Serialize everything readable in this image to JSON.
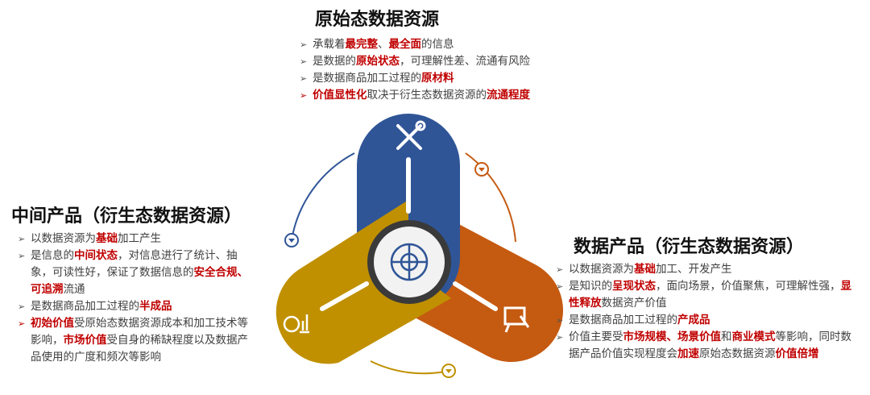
{
  "sections": {
    "top": {
      "title": "原始态数据资源",
      "items": [
        {
          "red": false,
          "segs": [
            {
              "t": "承载着"
            },
            {
              "t": "最完整",
              "hl": true
            },
            {
              "t": "、"
            },
            {
              "t": "最全面",
              "hl": true
            },
            {
              "t": "的信息"
            }
          ]
        },
        {
          "red": false,
          "segs": [
            {
              "t": "是数据的"
            },
            {
              "t": "原始状态",
              "hl": true
            },
            {
              "t": "，可理解性差、流通有风险"
            }
          ]
        },
        {
          "red": false,
          "segs": [
            {
              "t": "是数据商品加工过程的"
            },
            {
              "t": "原材料",
              "hl": true
            }
          ]
        },
        {
          "red": true,
          "segs": [
            {
              "t": "价值显性化",
              "hl": true
            },
            {
              "t": "取决于衍生态数据资源的"
            },
            {
              "t": "流通程度",
              "hl": true
            }
          ]
        }
      ]
    },
    "left": {
      "title": "中间产品（衍生态数据资源）",
      "items": [
        {
          "red": false,
          "segs": [
            {
              "t": "以数据资源为"
            },
            {
              "t": "基础",
              "hl": true
            },
            {
              "t": "加工产生"
            }
          ]
        },
        {
          "red": false,
          "segs": [
            {
              "t": "是信息的"
            },
            {
              "t": "中间状态",
              "hl": true
            },
            {
              "t": "，对信息进行了统计、抽象，可读性好，保证了数据信息的"
            },
            {
              "t": "安全合规、可追溯",
              "hl": true
            },
            {
              "t": "流通"
            }
          ]
        },
        {
          "red": false,
          "segs": [
            {
              "t": "是数据商品加工过程的"
            },
            {
              "t": "半成品",
              "hl": true
            }
          ]
        },
        {
          "red": true,
          "segs": [
            {
              "t": "初始价值",
              "hl": true
            },
            {
              "t": "受原始态数据资源成本和加工技术等影响，"
            },
            {
              "t": "市场价值",
              "hl": true
            },
            {
              "t": "受自身的稀缺程度以及数据产品使用的广度和频次等影响"
            }
          ]
        }
      ]
    },
    "right": {
      "title": "数据产品（衍生态数据资源）",
      "items": [
        {
          "red": false,
          "segs": [
            {
              "t": "以数据资源为"
            },
            {
              "t": "基础",
              "hl": true
            },
            {
              "t": "加工、开发产生"
            }
          ]
        },
        {
          "red": false,
          "segs": [
            {
              "t": "是知识的"
            },
            {
              "t": "呈现状态",
              "hl": true
            },
            {
              "t": "，面向场景，价值聚焦，可理解性强，"
            },
            {
              "t": "显性释放",
              "hl": true
            },
            {
              "t": "数据资产价值"
            }
          ]
        },
        {
          "red": false,
          "segs": [
            {
              "t": "是数据商品加工过程的"
            },
            {
              "t": "产成品",
              "hl": true
            }
          ]
        },
        {
          "red": false,
          "segs": [
            {
              "t": "价值主要受"
            },
            {
              "t": "市场规模、场景价值",
              "hl": true
            },
            {
              "t": "和"
            },
            {
              "t": "商业模式",
              "hl": true
            },
            {
              "t": "等影响，同时数据产品价值实现程度会"
            },
            {
              "t": "加速",
              "hl": true
            },
            {
              "t": "原始态数据资源"
            },
            {
              "t": "价值倍增",
              "hl": true
            }
          ]
        }
      ]
    }
  },
  "colors": {
    "blue": "#2f5597",
    "yellow": "#c09000",
    "orange": "#c55a11",
    "highlight": "#c00000"
  }
}
